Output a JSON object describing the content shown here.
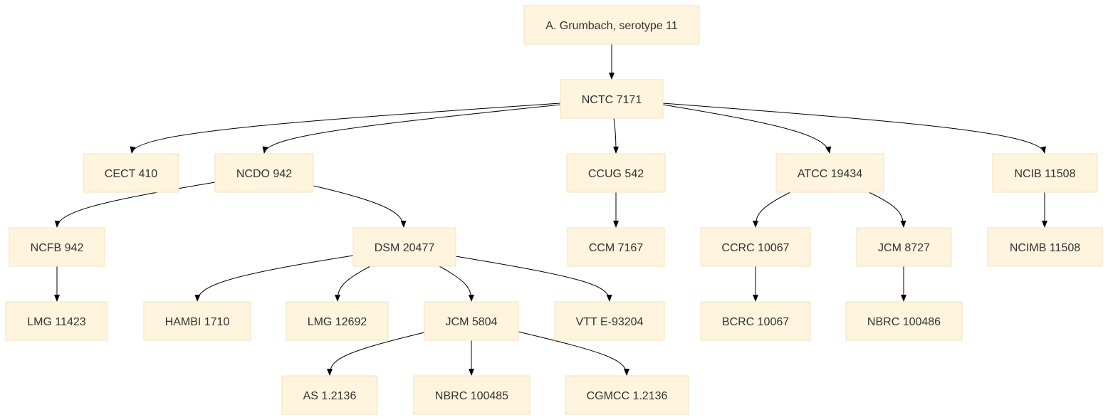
{
  "diagram": {
    "nodes": [
      {
        "id": "root",
        "label": "A. Grumbach, serotype 11"
      },
      {
        "id": "nctc7171",
        "label": "NCTC 7171"
      },
      {
        "id": "cect410",
        "label": "CECT 410"
      },
      {
        "id": "ncdo942",
        "label": "NCDO 942"
      },
      {
        "id": "ccug542",
        "label": "CCUG 542"
      },
      {
        "id": "atcc19434",
        "label": "ATCC 19434"
      },
      {
        "id": "ncib11508",
        "label": "NCIB 11508"
      },
      {
        "id": "ncfb942",
        "label": "NCFB 942"
      },
      {
        "id": "dsm20477",
        "label": "DSM 20477"
      },
      {
        "id": "ccm7167",
        "label": "CCM 7167"
      },
      {
        "id": "ccrc10067",
        "label": "CCRC 10067"
      },
      {
        "id": "jcm8727",
        "label": "JCM 8727"
      },
      {
        "id": "ncimb11508",
        "label": "NCIMB 11508"
      },
      {
        "id": "lmg11423",
        "label": "LMG 11423"
      },
      {
        "id": "hambi1710",
        "label": "HAMBI 1710"
      },
      {
        "id": "lmg12692",
        "label": "LMG 12692"
      },
      {
        "id": "jcm5804",
        "label": "JCM 5804"
      },
      {
        "id": "vtte93204",
        "label": "VTT E-93204"
      },
      {
        "id": "bcrc10067",
        "label": "BCRC 10067"
      },
      {
        "id": "nbrc100486",
        "label": "NBRC 100486"
      },
      {
        "id": "as12136",
        "label": "AS 1.2136"
      },
      {
        "id": "nbrc100485",
        "label": "NBRC 100485"
      },
      {
        "id": "cgmcc12136",
        "label": "CGMCC 1.2136"
      }
    ],
    "edges": [
      {
        "from": "root",
        "to": "nctc7171"
      },
      {
        "from": "nctc7171",
        "to": "cect410"
      },
      {
        "from": "nctc7171",
        "to": "ncdo942"
      },
      {
        "from": "nctc7171",
        "to": "ccug542"
      },
      {
        "from": "nctc7171",
        "to": "atcc19434"
      },
      {
        "from": "nctc7171",
        "to": "ncib11508"
      },
      {
        "from": "ncdo942",
        "to": "ncfb942"
      },
      {
        "from": "ncdo942",
        "to": "dsm20477"
      },
      {
        "from": "ccug542",
        "to": "ccm7167"
      },
      {
        "from": "atcc19434",
        "to": "ccrc10067"
      },
      {
        "from": "atcc19434",
        "to": "jcm8727"
      },
      {
        "from": "ncib11508",
        "to": "ncimb11508"
      },
      {
        "from": "ncfb942",
        "to": "lmg11423"
      },
      {
        "from": "dsm20477",
        "to": "hambi1710"
      },
      {
        "from": "dsm20477",
        "to": "lmg12692"
      },
      {
        "from": "dsm20477",
        "to": "jcm5804"
      },
      {
        "from": "dsm20477",
        "to": "vtte93204"
      },
      {
        "from": "ccrc10067",
        "to": "bcrc10067"
      },
      {
        "from": "jcm8727",
        "to": "nbrc100486"
      },
      {
        "from": "jcm5804",
        "to": "as12136"
      },
      {
        "from": "jcm5804",
        "to": "nbrc100485"
      },
      {
        "from": "jcm5804",
        "to": "cgmcc12136"
      }
    ]
  },
  "colors": {
    "node_fill": "#fff4dd",
    "node_border": "#f2e3bd",
    "edge": "#000000",
    "text": "#333333"
  }
}
